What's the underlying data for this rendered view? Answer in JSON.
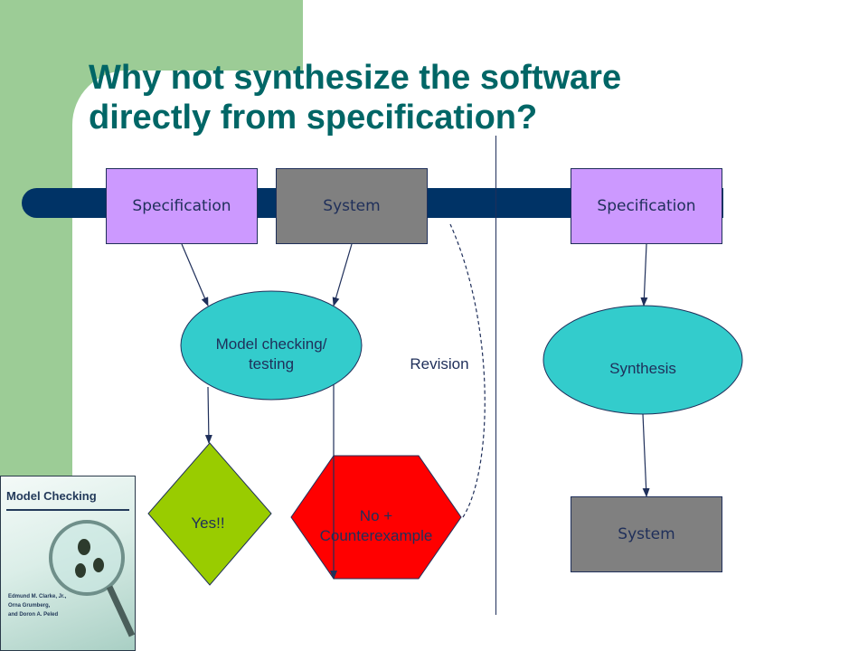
{
  "slide": {
    "title_line1": "Why not synthesize the software",
    "title_line2": "directly from specification?"
  },
  "left_flow": {
    "spec_label": "Specification",
    "system_label": "System",
    "model_checking_label_line1": "Model checking/",
    "model_checking_label_line2": "testing",
    "yes_label": "Yes!!",
    "no_label_line1": "No +",
    "no_label_line2": "Counterexample",
    "revision_label": "Revision"
  },
  "right_flow": {
    "spec_label": "Specification",
    "synthesis_label": "Synthesis",
    "system_label": "System"
  },
  "book_cover": {
    "title": "Model Checking",
    "authors": "Edmund M. Clarke, Jr.,\nOrna Grumberg,\nand Doron A. Peled"
  },
  "colors": {
    "title_text": "#006666",
    "green_band": "#9ccc96",
    "navy_bar": "#003366",
    "specification_fill": "#cc99ff",
    "system_fill": "#808080",
    "ellipse_fill": "#33cccc",
    "yes_fill": "#99cc00",
    "no_fill": "#ff0000",
    "lines": "#1f2f5a"
  }
}
